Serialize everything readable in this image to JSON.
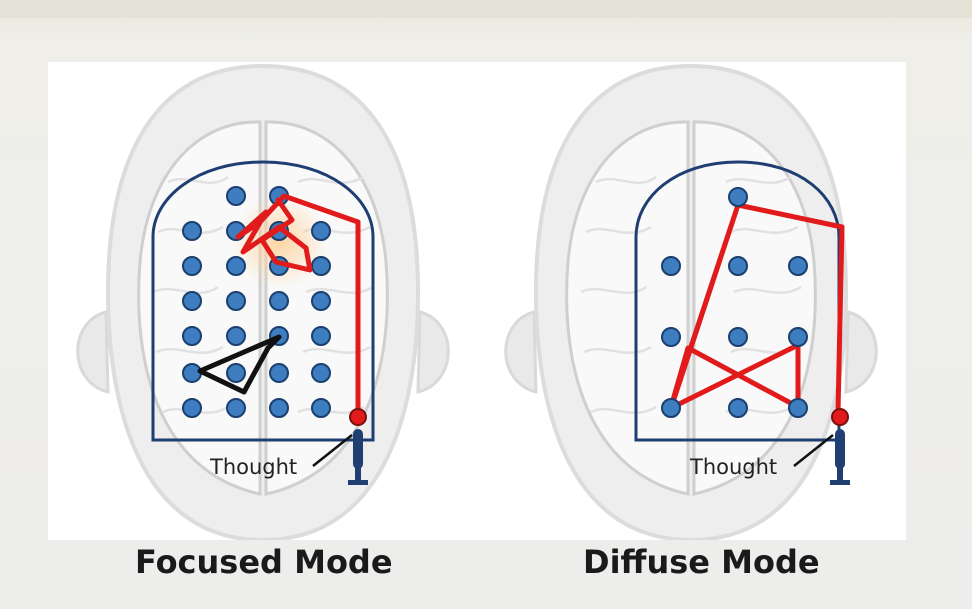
{
  "diagrams": [
    {
      "id": "focused",
      "label": "Focused Mode",
      "thought_label": "Thought"
    },
    {
      "id": "diffuse",
      "label": "Diffuse Mode",
      "thought_label": "Thought"
    }
  ],
  "colors": {
    "dot_fill": "#3e7dc0",
    "dot_stroke": "#1b3f6e",
    "path_red": "#e11b1b",
    "path_black": "#111111",
    "frame": "#1f3f73",
    "highlight": "#f7a24a",
    "brain_outline": "#d7d7d7"
  }
}
